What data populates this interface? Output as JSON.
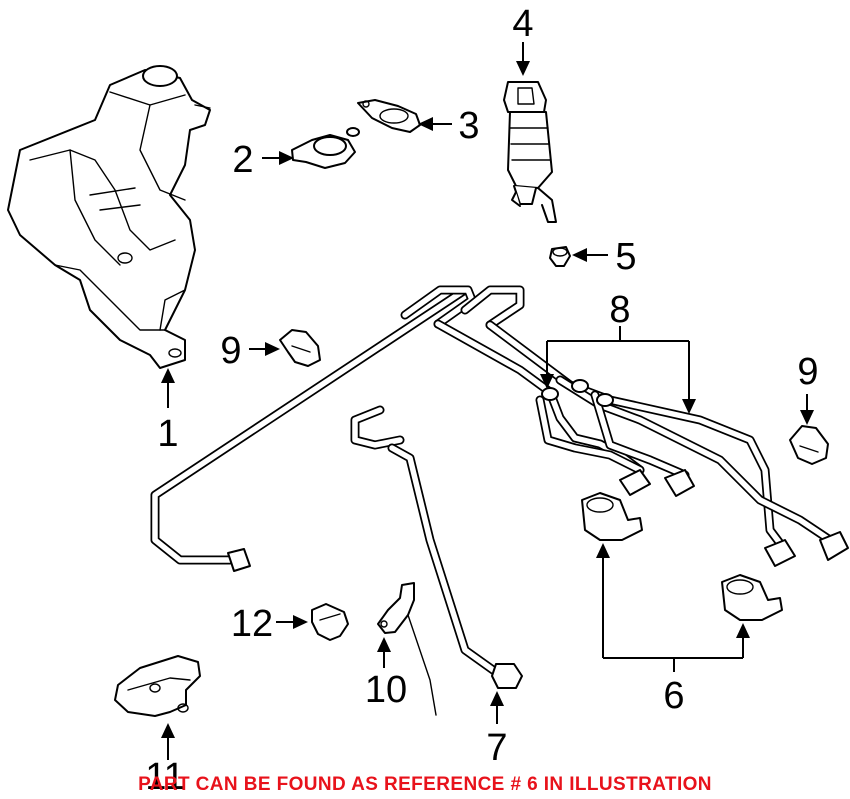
{
  "callouts": {
    "c1": "1",
    "c2": "2",
    "c3": "3",
    "c4": "4",
    "c5": "5",
    "c6": "6",
    "c7": "7",
    "c8": "8",
    "c9a": "9",
    "c9b": "9",
    "c10": "10",
    "c11": "11",
    "c12": "12"
  },
  "footnote": {
    "text": "PART CAN BE FOUND AS REFERENCE # 6 IN ILLUSTRATION",
    "color": "#e8121b"
  }
}
